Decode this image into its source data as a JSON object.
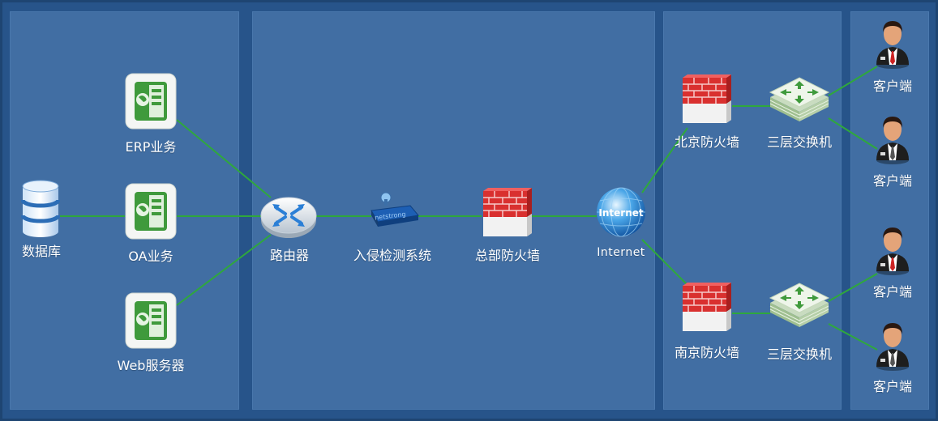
{
  "colors": {
    "background": "#27548a",
    "panel": "#416ea3",
    "link": "#2fa83c",
    "label": "#ffffff"
  },
  "nodes": {
    "database": {
      "label": "数据库",
      "icon": "database-icon"
    },
    "erp": {
      "label": "ERP业务",
      "icon": "server-icon"
    },
    "oa": {
      "label": "OA业务",
      "icon": "server-icon"
    },
    "web": {
      "label": "Web服务器",
      "icon": "server-icon"
    },
    "router": {
      "label": "路由器",
      "icon": "router-icon"
    },
    "ids": {
      "label": "入侵检测系统",
      "icon": "ids-device-icon",
      "device_text": "netstrong"
    },
    "hq_firewall": {
      "label": "总部防火墙",
      "icon": "firewall-icon"
    },
    "internet": {
      "label": "Internet",
      "icon": "globe-icon",
      "globe_text": "Internet"
    },
    "bj_firewall": {
      "label": "北京防火墙",
      "icon": "firewall-icon"
    },
    "nj_firewall": {
      "label": "南京防火墙",
      "icon": "firewall-icon"
    },
    "bj_switch": {
      "label": "三层交换机",
      "icon": "switch-icon"
    },
    "nj_switch": {
      "label": "三层交换机",
      "icon": "switch-icon"
    },
    "client1": {
      "label": "客户端",
      "icon": "user-icon",
      "tie": "red"
    },
    "client2": {
      "label": "客户端",
      "icon": "user-icon",
      "tie": "gray"
    },
    "client3": {
      "label": "客户端",
      "icon": "user-icon",
      "tie": "red"
    },
    "client4": {
      "label": "客户端",
      "icon": "user-icon",
      "tie": "gray"
    }
  }
}
